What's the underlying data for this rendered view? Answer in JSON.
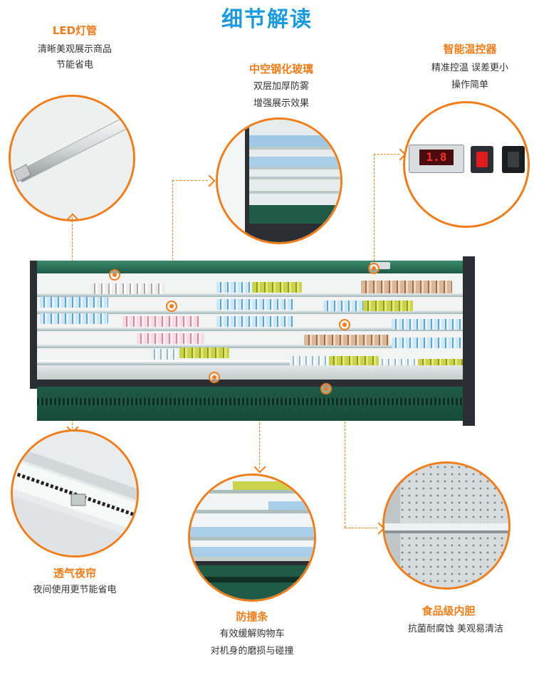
{
  "page": {
    "title": "细节解读"
  },
  "features": {
    "led": {
      "title": "LED灯管",
      "desc": [
        "清晰美观展示商品",
        "节能省电"
      ]
    },
    "glass": {
      "title": "中空钢化玻璃",
      "desc": [
        "双层加厚防雾",
        "增强展示效果"
      ]
    },
    "thermostat": {
      "title": "智能温控器",
      "desc": [
        "精准控温 误差更小",
        "操作简单"
      ],
      "display_value": "1.8"
    },
    "curtain": {
      "title": "透气夜帘",
      "desc": [
        "夜间使用更节能省电"
      ]
    },
    "bumper": {
      "title": "防撞条",
      "desc": [
        "有效缓解购物车",
        "对机身的磨损与碰撞"
      ]
    },
    "liner": {
      "title": "食品级内胆",
      "desc": [
        "抗菌耐腐蚀 美观易清洁"
      ]
    }
  },
  "colors": {
    "title_blue": "#1a9be0",
    "accent_orange": "#f07d1a",
    "fridge_green": "#1f5b47",
    "fridge_dark": "#2b2f33"
  }
}
